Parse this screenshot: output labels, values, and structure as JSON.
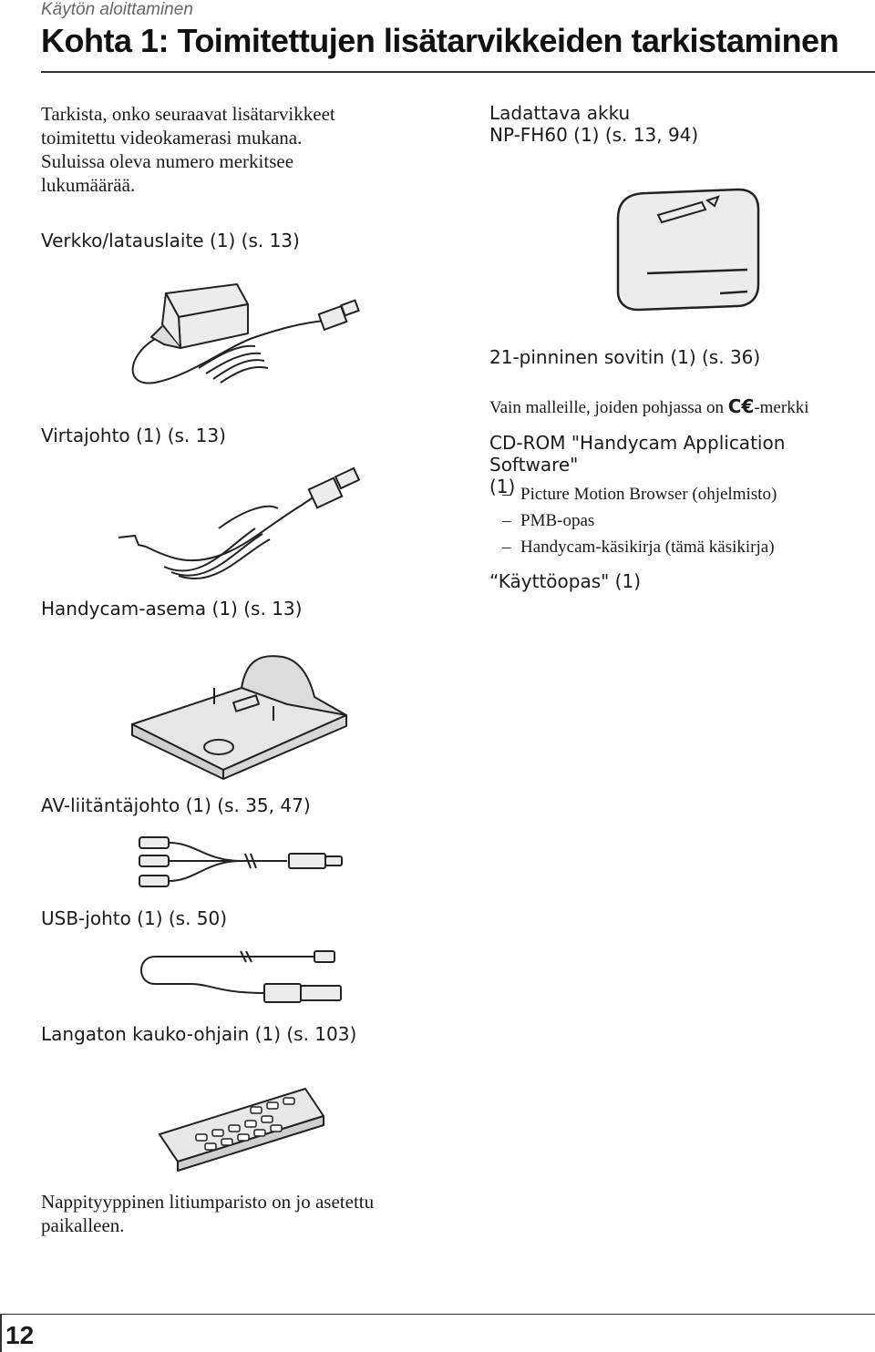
{
  "header": {
    "section": "Käytön aloittaminen",
    "title": "Kohta 1: Toimitettujen lisätarvikkeiden tarkistaminen"
  },
  "intro": [
    "Tarkista, onko seuraavat lisätarvikkeet",
    "toimitettu videokamerasi mukana.",
    "Suluissa oleva numero merkitsee",
    "lukumäärää."
  ],
  "left_items": {
    "adapter": "Verkko/latauslaite (1) (s. 13)",
    "power_cord": "Virtajohto (1) (s. 13)",
    "station": "Handycam-asema (1) (s. 13)",
    "av_cable": "AV-liitäntäjohto (1) (s. 35, 47)",
    "usb_cable": "USB-johto (1) (s. 50)",
    "remote": "Langaton kauko-ohjain (1) (s. 103)",
    "remote_note": [
      "Nappityyppinen litiumparisto on jo asetettu",
      "paikalleen."
    ]
  },
  "right_items": {
    "battery": [
      "Ladattava akku",
      "NP-FH60 (1) (s. 13, 94)"
    ],
    "adaptor21": "21-pinninen sovitin (1) (s. 36)",
    "adaptor21_note_prefix": "Vain malleille, joiden pohjassa on",
    "ce_mark": "C€",
    "adaptor21_note_suffix": "-merkki",
    "cdrom": [
      "CD-ROM \"Handycam Application Software\"",
      "(1)"
    ],
    "cdrom_list": [
      "Picture Motion Browser (ohjelmisto)",
      "PMB-opas",
      "Handycam-käsikirja (tämä käsikirja)"
    ],
    "manual": "“Käyttöopas\" (1)"
  },
  "footer": {
    "page_number": "12"
  }
}
